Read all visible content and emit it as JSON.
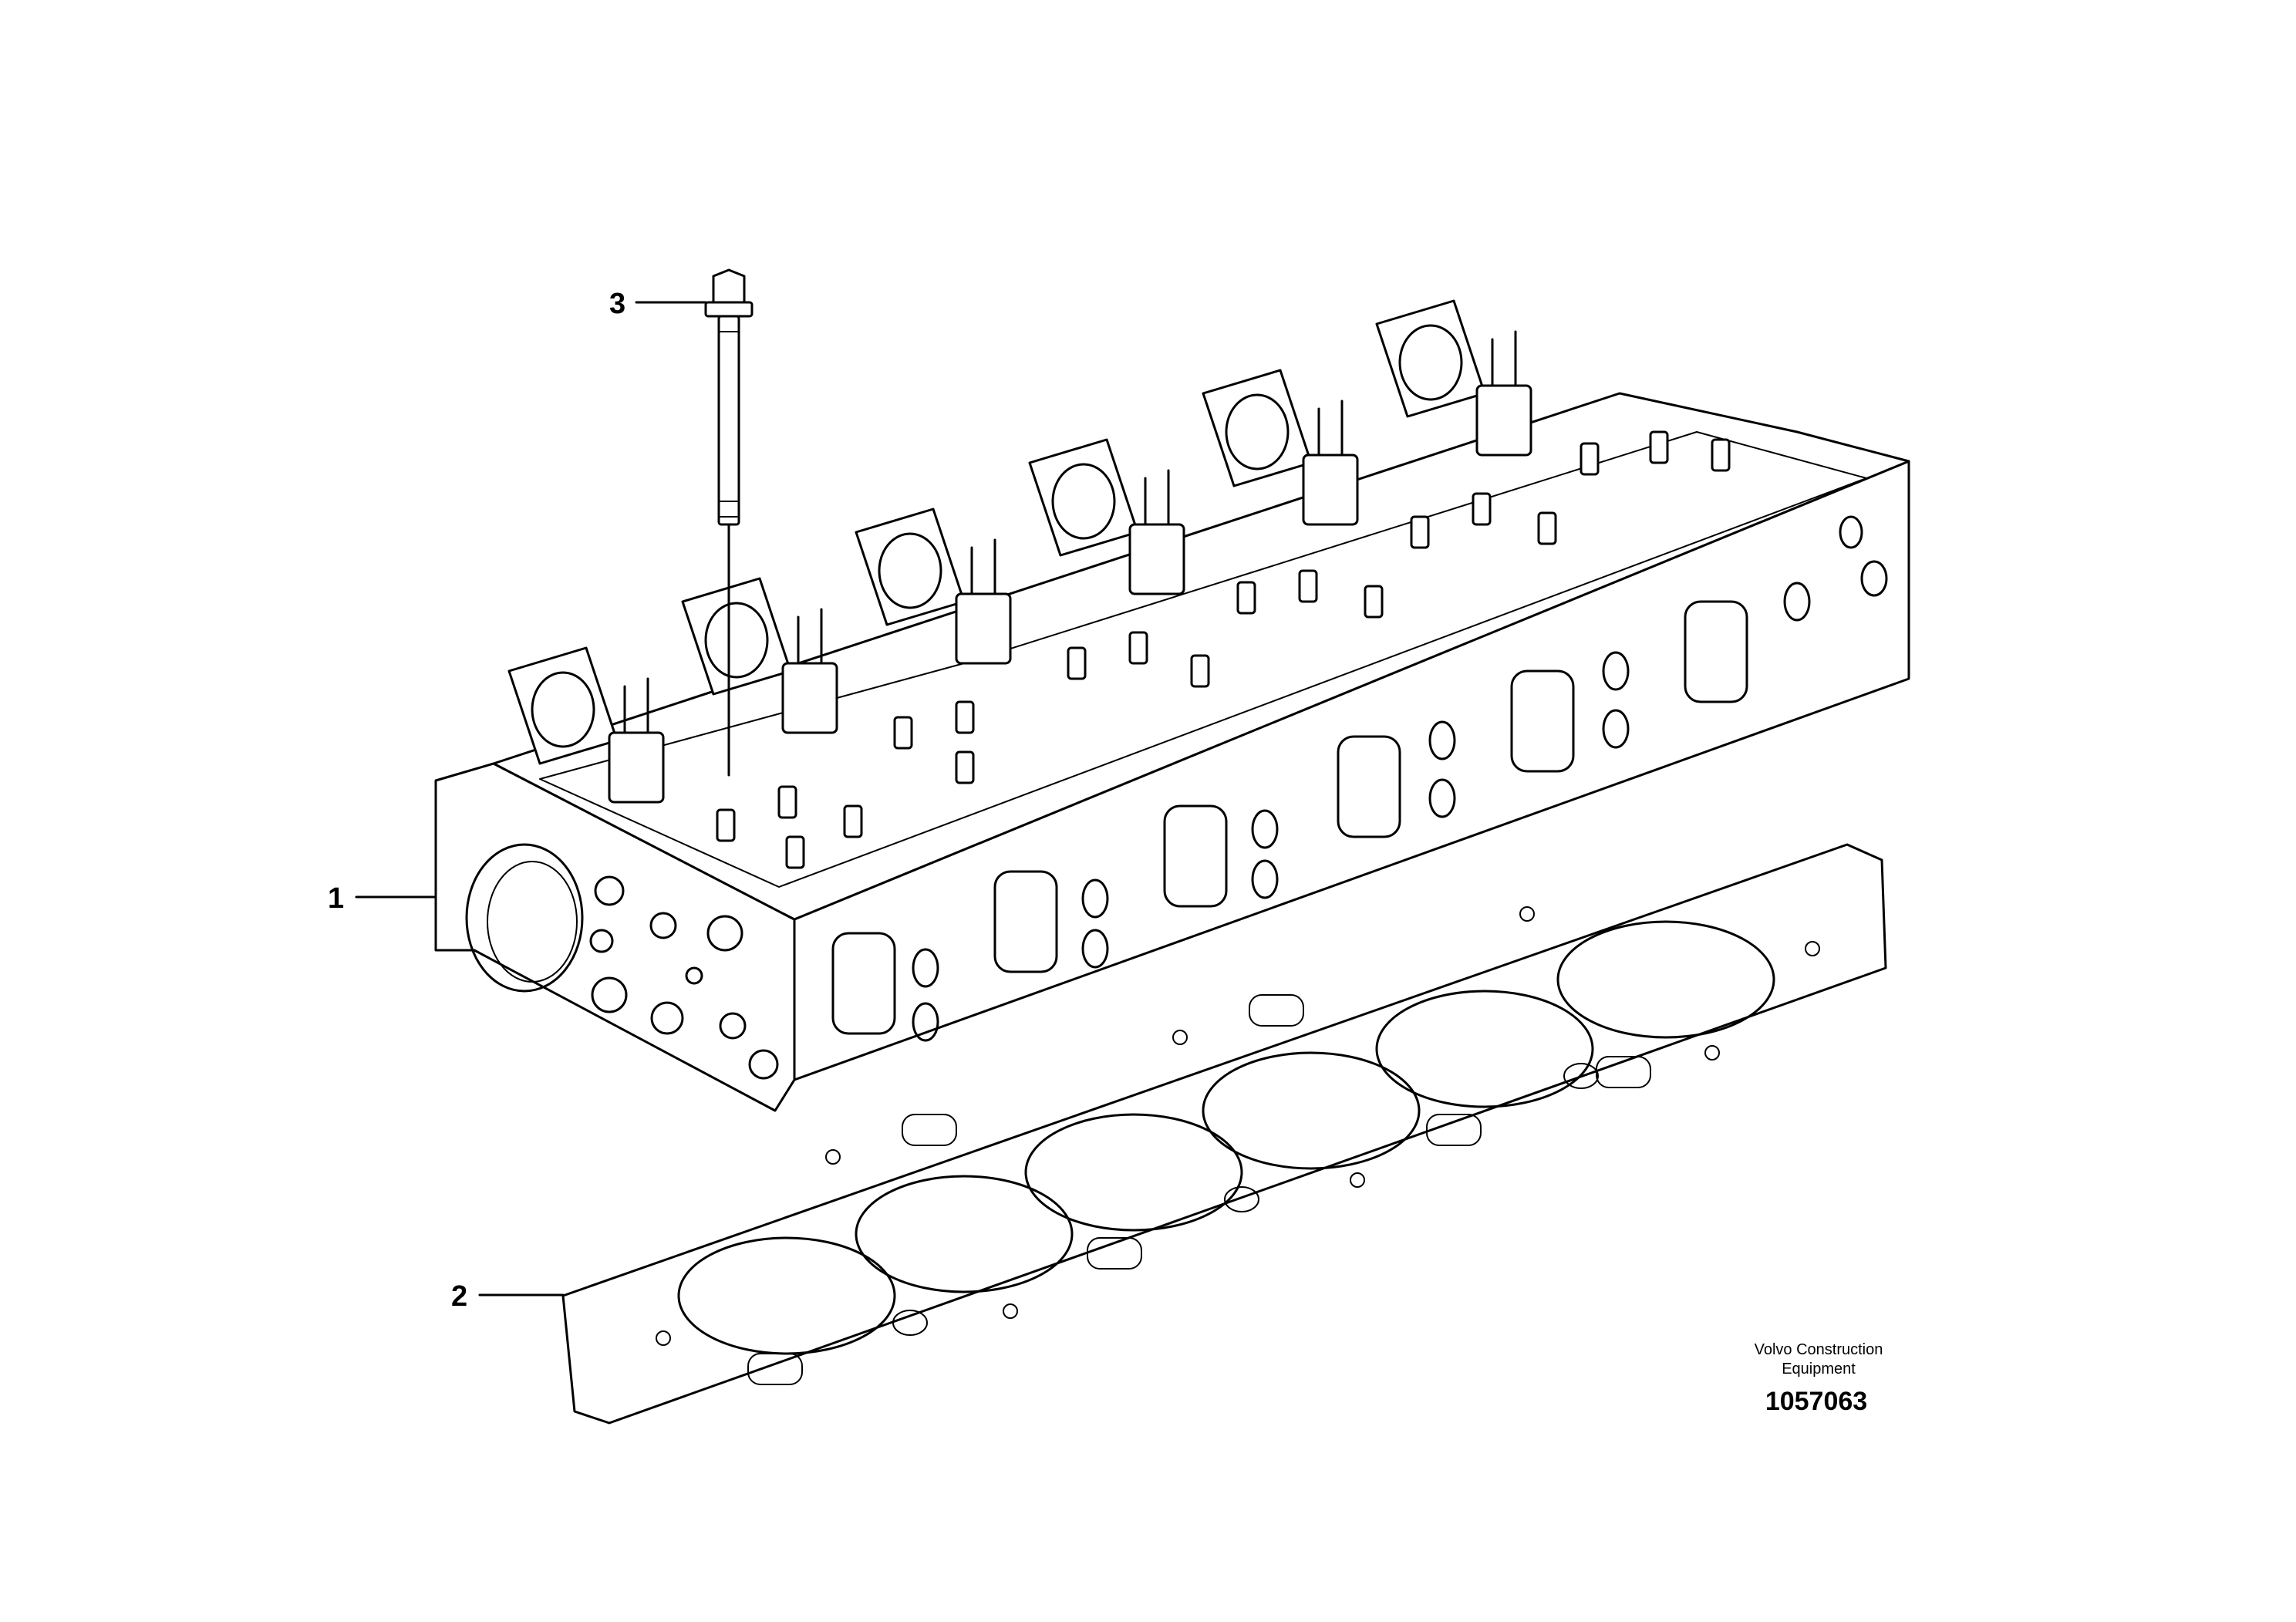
{
  "callouts": [
    {
      "id": "1",
      "label": "1",
      "part": "cylinder-head"
    },
    {
      "id": "2",
      "label": "2",
      "part": "cylinder-head-gasket"
    },
    {
      "id": "3",
      "label": "3",
      "part": "cylinder-head-bolt"
    }
  ],
  "brand": {
    "line1": "Volvo Construction",
    "line2": "Equipment"
  },
  "drawing_number": "1057063",
  "colors": {
    "line": "#000000",
    "background": "#ffffff"
  }
}
